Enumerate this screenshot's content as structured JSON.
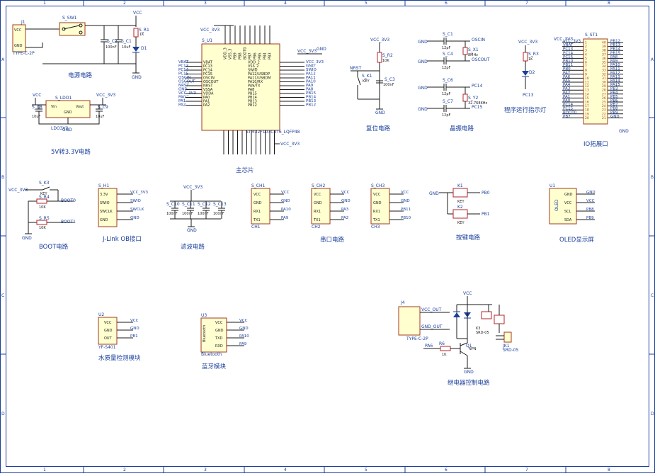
{
  "sheet": {
    "border_color": "#1a3f9c",
    "component_fill": "#ffffd0",
    "component_stroke": "#a33a1e",
    "wire_color": "#1a1a1a",
    "col_markers": [
      "1",
      "2",
      "3",
      "4",
      "5",
      "6",
      "7",
      "8"
    ],
    "row_markers": [
      "A",
      "B",
      "C",
      "D"
    ]
  },
  "power": {
    "title": "电源电路",
    "type_c": {
      "ref": "J1",
      "name": "TYPE-C-2P",
      "pins": [
        "VCC",
        "GND"
      ]
    },
    "switch": {
      "ref": "S_SW1"
    },
    "vcc": "VCC",
    "r1": {
      "ref": "S_R1",
      "value": "1K"
    },
    "c1": {
      "ref": "S_C1",
      "value": "10uF"
    },
    "c2": {
      "ref": "S_C2",
      "value": "100nF"
    },
    "d1": "D1",
    "gnd": "GND"
  },
  "ldo": {
    "title": "5V转3.3V电路",
    "ref": "S_LDO1",
    "part": "LDO3V3",
    "pins": [
      "Vin",
      "GND",
      "Vout"
    ],
    "vcc_in": "VCC",
    "vcc_out": "VCC_3V3",
    "c_in": {
      "ref": "S_C8",
      "value": "10uF"
    },
    "c_out": {
      "ref": "S_C9",
      "value": "10uF"
    },
    "gnd": "GND"
  },
  "mcu": {
    "title": "主芯片",
    "ref": "S_U1",
    "part": "STM32F103C8T6_LQFP48",
    "left_pins": [
      "VBAT",
      "PC13",
      "PC14",
      "PC15",
      "OSCIN",
      "OSCOUT",
      "NRST",
      "VSSA",
      "VDDA",
      "PA0",
      "PA1",
      "PA2"
    ],
    "left_nets": [
      "VBAT",
      "PC13",
      "PC14",
      "PC15",
      "OSCIN",
      "OSCOUT",
      "NRST",
      "GND",
      "VCC_3V3",
      "PA0",
      "PA1",
      "PA2"
    ],
    "right_pins": [
      "VDD_2",
      "VSS_2",
      "SWIO",
      "PA12/USBDP",
      "PA11/USBDM",
      "PA10/RX",
      "PA9/TX",
      "PA8",
      "PB15",
      "PB14",
      "PB13",
      "PB12"
    ],
    "right_nets": [
      "VCC_3V3",
      "GND",
      "SWIO",
      "PA12",
      "PA11",
      "PA10",
      "PA9",
      "PA8",
      "PB15",
      "PB14",
      "PB13",
      "PB12"
    ],
    "top_pins": [
      "VDD_3",
      "VSS_3",
      "PB9",
      "PB8",
      "BOOT0",
      "PB7",
      "PB6",
      "PB5",
      "PB4",
      "PB3"
    ],
    "vcc_top": "VCC_3V3",
    "vcc_right": "VCC_3V3",
    "vcc_bottom": "VCC_3V3",
    "gnd": "GND"
  },
  "reset": {
    "title": "复位电路",
    "vcc": "VCC_3V3",
    "r": {
      "ref": "S_R2",
      "value": "10K"
    },
    "key": {
      "ref": "S_K1",
      "value": "KEY"
    },
    "c": {
      "ref": "S_C3",
      "value": "100nF"
    },
    "net": "NRST",
    "gnd": "GND"
  },
  "crystal": {
    "title": "晶振电路",
    "c4": {
      "ref": "S_C1",
      "value": "12pF"
    },
    "c5": {
      "ref": "S_C4",
      "value": "12pF"
    },
    "x1": {
      "ref": "S_X1",
      "value": "8MHz"
    },
    "c6": {
      "ref": "S_C6",
      "value": "12pF"
    },
    "c7": {
      "ref": "S_C7",
      "value": "12pF"
    },
    "x2": {
      "ref": "S_Y2",
      "value": "32.768KHz"
    },
    "nets": [
      "OSCIN",
      "OSCOUT",
      "PC14",
      "PC15"
    ],
    "gnd": "GND"
  },
  "led": {
    "title": "程序运行指示灯",
    "vcc": "VCC_3V3",
    "r": {
      "ref": "S_R3",
      "value": "1K"
    },
    "d": "D2",
    "net": "PC13"
  },
  "io": {
    "title": "IO拓展口",
    "ref": "S_ST1",
    "vcc": "VCC_3V3",
    "left_nets": [
      "VCC_3V3",
      "VBAT",
      "PC13",
      "PC14",
      "PC15",
      "PB10",
      "PB11",
      "PB0",
      "PA7",
      "PA6",
      "PA5",
      "PA4",
      "PA3",
      "PA2",
      "PA1",
      "PA0",
      "PC14",
      "PC15",
      "BOOT0",
      "PB7"
    ],
    "right_nets": [
      "PB12",
      "PB13",
      "PB14",
      "PB15",
      "PA8",
      "PA9",
      "PA10",
      "PA11",
      "PA12",
      "PA13",
      "PA14",
      "PA15",
      "PB3",
      "PB4",
      "PB5",
      "PB6",
      "PB7",
      "PB8",
      "PB9",
      "GND"
    ],
    "gnd": "GND"
  },
  "boot": {
    "title": "BOOT电路",
    "vcc": "VCC_3V3",
    "k": {
      "ref": "S_K3",
      "value": "KEY"
    },
    "r4": {
      "ref": "S_R4",
      "value": "10K"
    },
    "r5": {
      "ref": "S_R5",
      "value": "10K"
    },
    "nets": [
      "BOOT0",
      "BOOT1"
    ],
    "gnd": "GND"
  },
  "jlink": {
    "title": "J-Link OB接口",
    "ref": "S_H1",
    "pins": [
      "3.3V",
      "SWIO",
      "SWCLK",
      "GND"
    ],
    "nets": [
      "VCC_3V3",
      "SWIO",
      "SWCLK",
      "GND"
    ]
  },
  "filter": {
    "title": "滤波电路",
    "vcc": "VCC_3V3",
    "caps": [
      {
        "ref": "S_C10",
        "value": "100nF"
      },
      {
        "ref": "S_C11",
        "value": "100nF"
      },
      {
        "ref": "S_C12",
        "value": "100nF"
      },
      {
        "ref": "S_C13",
        "value": "100nF"
      }
    ],
    "gnd": "GND"
  },
  "uart": {
    "title": "串口电路",
    "headers": [
      {
        "ref": "S_CH1",
        "label": "CH1",
        "nets": [
          "VCC",
          "GND",
          "PA10",
          "PA9"
        ]
      },
      {
        "ref": "S_CH2",
        "label": "CH2",
        "nets": [
          "VCC",
          "GND",
          "PA3",
          "PA2"
        ]
      },
      {
        "ref": "S_CH3",
        "label": "CH3",
        "nets": [
          "VCC",
          "GND",
          "PB11",
          "PB10"
        ]
      }
    ],
    "pins": [
      "VCC",
      "GND",
      "RX1",
      "TX1"
    ]
  },
  "keys": {
    "title": "按键电路",
    "k1": {
      "ref": "K1",
      "value": "KEY",
      "net": "PB0"
    },
    "k2": {
      "ref": "K2",
      "value": "KEY",
      "net": "PB1"
    }
  },
  "oled": {
    "title": "OLED显示屏",
    "ref": "U1",
    "label": "OLED",
    "pins": [
      "GND",
      "VCC",
      "SCL",
      "SDA"
    ],
    "nets": [
      "GND",
      "VCC",
      "PB8",
      "PB9"
    ]
  },
  "water": {
    "title": "水质量检测模块",
    "ref": "U2",
    "part": "YF-S401",
    "pins": [
      "VCC",
      "GND",
      "OUT"
    ],
    "nets": [
      "VCC",
      "GND",
      "PB1"
    ]
  },
  "bt": {
    "title": "蓝牙模块",
    "ref": "U3",
    "part": "Bluetooth",
    "pins": [
      "VCC",
      "GND",
      "TXD",
      "RXD"
    ],
    "nets": [
      "VCC",
      "GND",
      "PA10",
      "PA9"
    ]
  },
  "relay": {
    "title": "继电器控制电路",
    "type_c": {
      "ref": "J4",
      "name": "TYPE-C-2P",
      "nets": [
        "VCC_OUT",
        "GND_OUT"
      ]
    },
    "vcc": "VCC",
    "r": {
      "ref": "R6",
      "value": "1K"
    },
    "q": {
      "ref": "Q1",
      "value": "NPN"
    },
    "relay": {
      "ref": "K3",
      "value": "SRD-05"
    },
    "jack": {
      "ref": "JK1",
      "value": "SRD-05"
    },
    "ctrl_net": "PA6",
    "gnd": "GND"
  }
}
